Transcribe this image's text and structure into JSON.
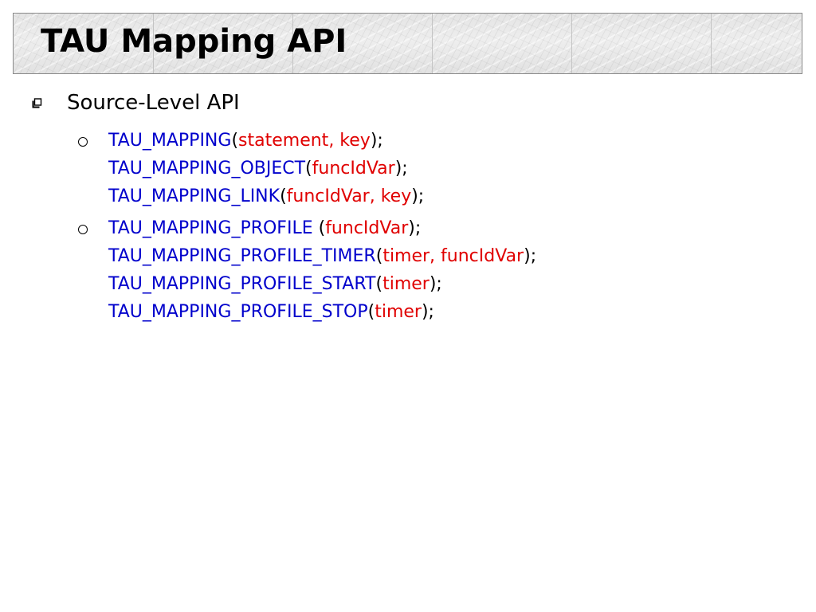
{
  "slide": {
    "title": "TAU Mapping API"
  },
  "bullets": [
    {
      "text": "Source-Level API",
      "sub_items": [
        {
          "lines": [
            {
              "fn": "TAU_MAPPING",
              "open": "(",
              "args": "statement, key",
              "close": ");"
            },
            {
              "fn": "TAU_MAPPING_OBJECT",
              "open": "(",
              "args": "funcIdVar",
              "close": ");"
            },
            {
              "fn": "TAU_MAPPING_LINK",
              "open": "(",
              "args": "funcIdVar, key",
              "close": ");"
            }
          ]
        },
        {
          "lines": [
            {
              "fn": "TAU_MAPPING_PROFILE",
              "open": " (",
              "args": "funcIdVar",
              "close": ");"
            },
            {
              "fn": "TAU_MAPPING_PROFILE_TIMER",
              "open": "(",
              "args": "timer, funcIdVar",
              "close": ");"
            },
            {
              "fn": "TAU_MAPPING_PROFILE_START",
              "open": "(",
              "args": "timer",
              "close": ");"
            },
            {
              "fn": "TAU_MAPPING_PROFILE_STOP",
              "open": "(",
              "args": "timer",
              "close": ");"
            }
          ]
        }
      ]
    }
  ],
  "colors": {
    "function_name": "#0000cc",
    "argument": "#e00000",
    "punctuation": "#000000"
  }
}
